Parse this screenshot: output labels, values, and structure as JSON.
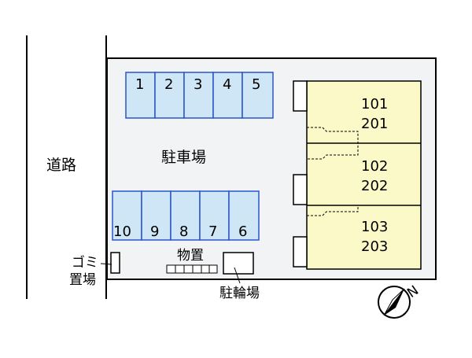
{
  "road_label": "道路",
  "parking_label": "駐車場",
  "parking_spaces_top": [
    "1",
    "2",
    "3",
    "4",
    "5"
  ],
  "parking_spaces_bottom": [
    "10",
    "9",
    "8",
    "7",
    "6"
  ],
  "units": [
    {
      "upper": "101",
      "lower": "201"
    },
    {
      "upper": "102",
      "lower": "202"
    },
    {
      "upper": "103",
      "lower": "203"
    }
  ],
  "garbage_label_line1": "ゴミ",
  "garbage_label_line2": "置場",
  "storage_label": "物置",
  "bicycle_label": "駐輪場",
  "compass_letter": "N",
  "colors": {
    "lot": "#f2f3f5",
    "parking_fill": "#cfe6f6",
    "parking_stroke": "#2a55cc",
    "building": "#fcf9c8",
    "outline": "#000000"
  }
}
